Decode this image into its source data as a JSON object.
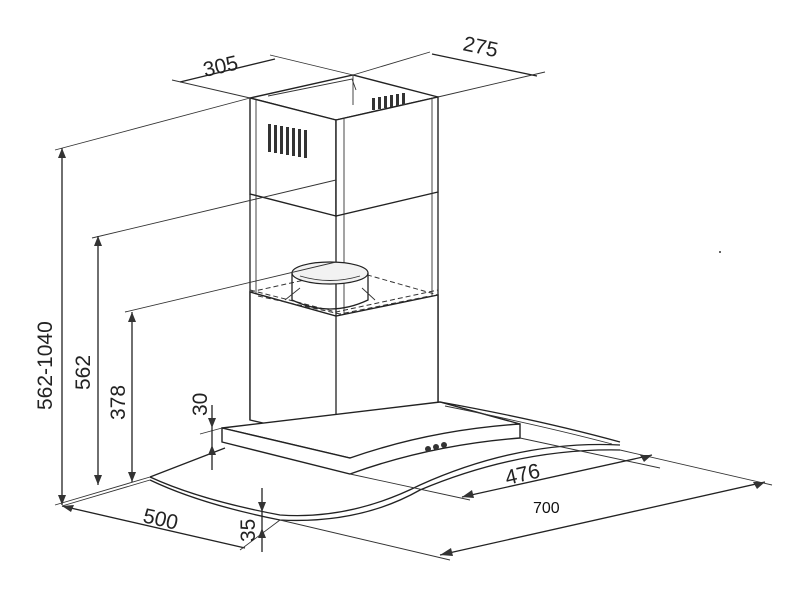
{
  "dimensions": {
    "duct_width": "305",
    "duct_depth": "275",
    "total_height": "562-1040",
    "duct_height": "562",
    "body_height": "378",
    "glass_offset": "30",
    "glass_thickness": "35",
    "depth": "500",
    "body_width": "476",
    "width": "700"
  },
  "colors": {
    "line": "#222222",
    "background": "#ffffff"
  }
}
